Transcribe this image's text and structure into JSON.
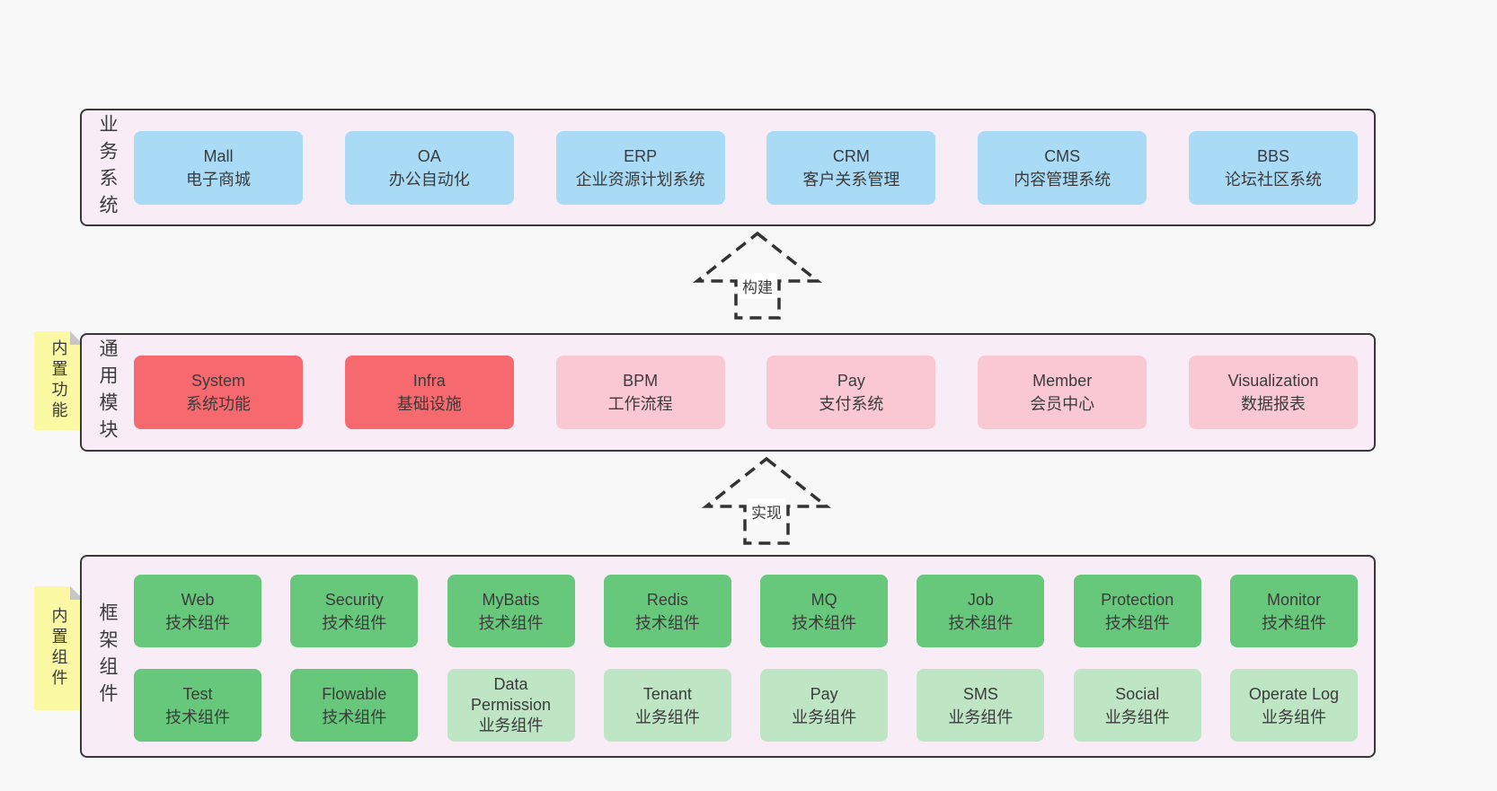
{
  "colors": {
    "page_bg": "#f8f8f8",
    "band_fill": "#f8edf6",
    "band_border": "#383838",
    "node_blue": "#a9dbf6",
    "node_red": "#f5696f",
    "node_pink": "#fac8d3",
    "node_green": "#67c87c",
    "node_green_light": "#bee5c4",
    "sticky_fill": "#fbf9a4",
    "arrow_stroke": "#333333",
    "arrow_label_bg": "#ffffff",
    "text": "#3b3b3b"
  },
  "diagram": {
    "bands": [
      {
        "label": "业务系统",
        "rows": [
          [
            {
              "title": "Mall",
              "subtitle": "电子商城"
            },
            {
              "title": "OA",
              "subtitle": "办公自动化"
            },
            {
              "title": "ERP",
              "subtitle": "企业资源计划系统"
            },
            {
              "title": "CRM",
              "subtitle": "客户关系管理"
            },
            {
              "title": "CMS",
              "subtitle": "内容管理系统"
            },
            {
              "title": "BBS",
              "subtitle": "论坛社区系统"
            }
          ]
        ]
      },
      {
        "label": "通用模块",
        "sticky": "内置功能",
        "rows": [
          [
            {
              "title": "System",
              "subtitle": "系统功能"
            },
            {
              "title": "Infra",
              "subtitle": "基础设施"
            },
            {
              "title": "BPM",
              "subtitle": "工作流程"
            },
            {
              "title": "Pay",
              "subtitle": "支付系统"
            },
            {
              "title": "Member",
              "subtitle": "会员中心"
            },
            {
              "title": "Visualization",
              "subtitle": "数据报表"
            }
          ]
        ]
      },
      {
        "label": "框架组件",
        "sticky": "内置组件",
        "rows": [
          [
            {
              "title": "Web",
              "subtitle": "技术组件"
            },
            {
              "title": "Security",
              "subtitle": "技术组件"
            },
            {
              "title": "MyBatis",
              "subtitle": "技术组件"
            },
            {
              "title": "Redis",
              "subtitle": "技术组件"
            },
            {
              "title": "MQ",
              "subtitle": "技术组件"
            },
            {
              "title": "Job",
              "subtitle": "技术组件"
            },
            {
              "title": "Protection",
              "subtitle": "技术组件"
            },
            {
              "title": "Monitor",
              "subtitle": "技术组件"
            }
          ],
          [
            {
              "title": "Test",
              "subtitle": "技术组件"
            },
            {
              "title": "Flowable",
              "subtitle": "技术组件"
            },
            {
              "title": "Data Permission",
              "subtitle": "业务组件"
            },
            {
              "title": "Tenant",
              "subtitle": "业务组件"
            },
            {
              "title": "Pay",
              "subtitle": "业务组件"
            },
            {
              "title": "SMS",
              "subtitle": "业务组件"
            },
            {
              "title": "Social",
              "subtitle": "业务组件"
            },
            {
              "title": "Operate Log",
              "subtitle": "业务组件"
            }
          ]
        ]
      }
    ],
    "arrows": [
      {
        "label": "构建"
      },
      {
        "label": "实现"
      }
    ]
  }
}
